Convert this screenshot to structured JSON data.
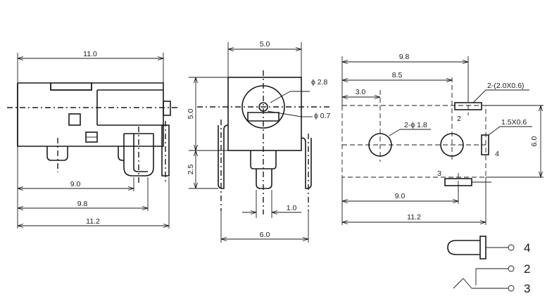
{
  "side_view": {
    "overall_length": "11.0",
    "dim_9_0": "9.0",
    "dim_9_8": "9.8",
    "dim_11_2": "11.2"
  },
  "front_view": {
    "width": "5.0",
    "height": "5.0",
    "hole_dia": "ϕ 2.8",
    "pin_dia": "ϕ 0.7",
    "dim_2_5": "2.5",
    "dim_1_0": "1.0",
    "base_width": "6.0"
  },
  "pcb_layout": {
    "dim_9_8": "9.8",
    "dim_8_5": "8.5",
    "dim_3_0": "3.0",
    "holes_label": "2-ϕ 1.8",
    "slot_label_2": "2-(2.0X0.6)",
    "slot_label_4": "1.5X0.6",
    "height": "6.0",
    "dim_9_0": "9.0",
    "dim_11_2": "11.2",
    "pad_2": "2",
    "pad_3": "3",
    "pad_4": "4"
  },
  "schematic": {
    "pin_4": "4",
    "pin_2": "2",
    "pin_3": "3"
  }
}
